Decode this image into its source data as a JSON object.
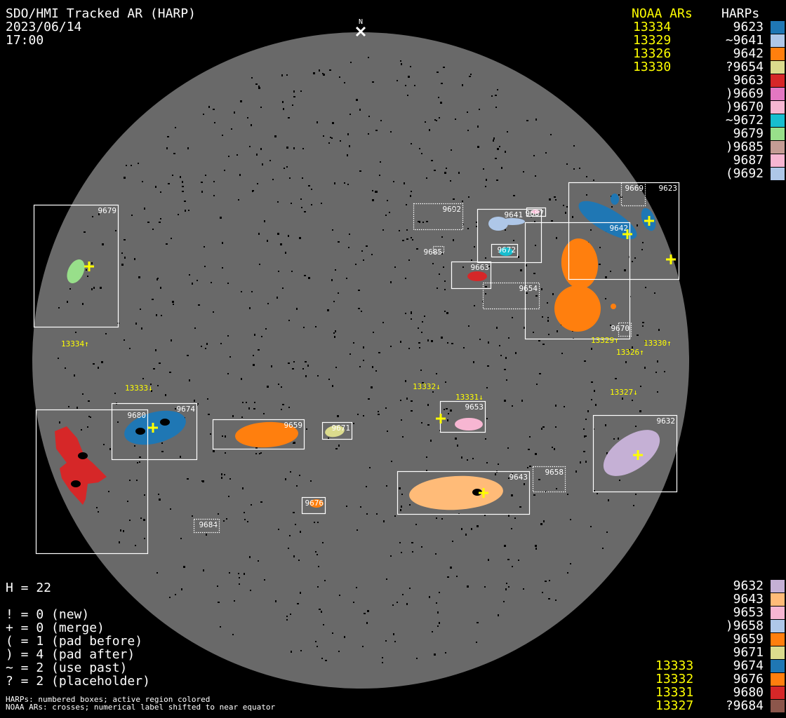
{
  "header": {
    "title": "SDO/HMI Tracked AR (HARP)",
    "date": "2023/06/14",
    "time": "17:00"
  },
  "north_label": "N",
  "legend_top": {
    "noaa_header": "NOAA ARs",
    "harps_header": "HARPs",
    "noaa": [
      "13334",
      "13329",
      "13326",
      "13330"
    ],
    "harps": [
      {
        "label": " 9623",
        "color": "#1f77b4"
      },
      {
        "label": "~9641",
        "color": "#aec7e8"
      },
      {
        "label": " 9642",
        "color": "#ff7f0e"
      },
      {
        "label": "?9654",
        "color": "#dbdb8d"
      },
      {
        "label": " 9663",
        "color": "#d62728"
      },
      {
        "label": ")9669",
        "color": "#e377c2"
      },
      {
        "label": ")9670",
        "color": "#f7b6d2"
      },
      {
        "label": "~9672",
        "color": "#17becf"
      },
      {
        "label": " 9679",
        "color": "#98df8a"
      },
      {
        "label": ")9685",
        "color": "#c49c94"
      },
      {
        "label": " 9687",
        "color": "#f7b6d2"
      },
      {
        "label": "(9692",
        "color": "#aec7e8"
      }
    ]
  },
  "legend_bottom": {
    "noaa": [
      "13333",
      "13332",
      "13331",
      "13327"
    ],
    "harps": [
      {
        "label": " 9632",
        "color": "#c5b0d5"
      },
      {
        "label": " 9643",
        "color": "#ffbb78"
      },
      {
        "label": " 9653",
        "color": "#f7b6d2"
      },
      {
        "label": ")9658",
        "color": "#aec7e8"
      },
      {
        "label": " 9659",
        "color": "#ff7f0e"
      },
      {
        "label": " 9671",
        "color": "#dbdb8d"
      },
      {
        "label": " 9674",
        "color": "#1f77b4"
      },
      {
        "label": " 9676",
        "color": "#ff7f0e"
      },
      {
        "label": " 9680",
        "color": "#d62728"
      },
      {
        "label": "?9684",
        "color": "#8c564b"
      }
    ]
  },
  "stats": {
    "h": "H = 22",
    "lines": [
      "! = 0 (new)",
      "+ = 0 (merge)",
      "( = 1 (pad before)",
      ") = 4 (pad after)",
      "~ = 2 (use past)",
      "? = 2 (placeholder)"
    ]
  },
  "notes": [
    "HARPs: numbered boxes; active region colored",
    "NOAA ARs: crosses; numerical label shifted to near equator"
  ],
  "harp_boxes": [
    {
      "id": "9679",
      "style": "solid",
      "color": "#98df8a"
    },
    {
      "id": "9680",
      "style": "solid",
      "color": "#d62728"
    },
    {
      "id": "9674",
      "style": "solid",
      "color": "#1f77b4"
    },
    {
      "id": "9659",
      "style": "solid",
      "color": "#ff7f0e"
    },
    {
      "id": "9671",
      "style": "solid",
      "color": "#dbdb8d"
    },
    {
      "id": "9676",
      "style": "solid",
      "color": "#ff7f0e"
    },
    {
      "id": "9684",
      "style": "dotted",
      "color": "#8c564b"
    },
    {
      "id": "9653",
      "style": "solid",
      "color": "#f7b6d2"
    },
    {
      "id": "9643",
      "style": "solid",
      "color": "#ffbb78"
    },
    {
      "id": "9658",
      "style": "dotted",
      "color": "#aec7e8"
    },
    {
      "id": "9632",
      "style": "solid",
      "color": "#c5b0d5"
    },
    {
      "id": "9692",
      "style": "dotted",
      "color": "#aec7e8"
    },
    {
      "id": "9685",
      "style": "dotted",
      "color": "#c49c94"
    },
    {
      "id": "9641",
      "style": "solid",
      "color": "#aec7e8"
    },
    {
      "id": "9687",
      "style": "solid",
      "color": "#f7b6d2"
    },
    {
      "id": "9672",
      "style": "solid",
      "color": "#17becf"
    },
    {
      "id": "9663",
      "style": "solid",
      "color": "#d62728"
    },
    {
      "id": "9654",
      "style": "dotted",
      "color": "#dbdb8d"
    },
    {
      "id": "9642",
      "style": "solid",
      "color": "#ff7f0e"
    },
    {
      "id": "9623",
      "style": "solid",
      "color": "#1f77b4"
    },
    {
      "id": "9669",
      "style": "dotted",
      "color": "#e377c2"
    },
    {
      "id": "9670",
      "style": "dotted",
      "color": "#f7b6d2"
    }
  ],
  "noaa_labels": [
    {
      "id": "13334",
      "arrow": "↑"
    },
    {
      "id": "13333",
      "arrow": "↓"
    },
    {
      "id": "13332",
      "arrow": "↓"
    },
    {
      "id": "13331",
      "arrow": "↓"
    },
    {
      "id": "13327",
      "arrow": "↓"
    },
    {
      "id": "13329",
      "arrow": "↑"
    },
    {
      "id": "13326",
      "arrow": "↑"
    },
    {
      "id": "13330",
      "arrow": "↑"
    }
  ],
  "colors": {
    "disk": "#696969",
    "box": "#ffffff",
    "noaa": "#ffff00",
    "sunspot": "#000000"
  }
}
